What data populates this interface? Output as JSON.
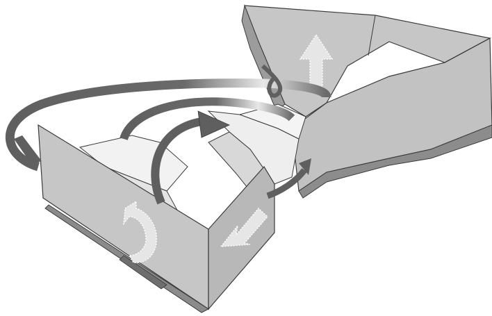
{
  "figure": {
    "description_visible_text": "",
    "colors": {
      "background": "#ffffff",
      "panel_light": "#c8c8c8",
      "panel_mid": "#b4b4b4",
      "panel_dark": "#8e8e8e",
      "inner_white": "#f2f2f2",
      "outline": "#3a3a3a",
      "fold_arrow": "#5f5f5f",
      "fold_arrow_highlight": "#e8e8e8",
      "hollow_arrow_fill": "#e6e6e6",
      "hollow_arrow_stroke": "#ffffff"
    },
    "parts": [
      "right-box-back-wall",
      "right-box-long-wall",
      "left-box-front-wall",
      "left-box-side-wall",
      "center-folded-flaps",
      "top-wrap-arrow",
      "middle-curved-arrow",
      "inner-curved-arrow",
      "lower-right-small-arrow",
      "up-hollow-arrow",
      "left-hollow-arrow",
      "diagonal-hollow-arrow"
    ]
  }
}
